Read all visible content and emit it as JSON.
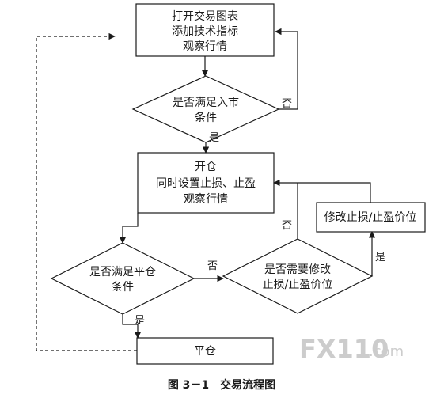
{
  "nodes": {
    "open_chart": [
      "打开交易图表",
      "添加技术指标",
      "观察行情"
    ],
    "entry_decision": [
      "是否满足入市",
      "条件"
    ],
    "open_position": [
      "开仓",
      "同时设置止损、止盈",
      "观察行情"
    ],
    "modify_prices": [
      "修改止损/止盈价位"
    ],
    "close_decision": [
      "是否满足平仓",
      "条件"
    ],
    "modify_decision": [
      "是否需要修改",
      "止损/止盈价位"
    ],
    "close_position": [
      "平仓"
    ]
  },
  "edges": {
    "entry_no": "否",
    "entry_yes": "是",
    "modify_no": "否",
    "close_no": "否",
    "modify_yes": "是",
    "close_yes": "是"
  },
  "caption": "图 3－1　交易流程图",
  "watermark": {
    "brand": "FX110",
    "suffix": ".com"
  }
}
